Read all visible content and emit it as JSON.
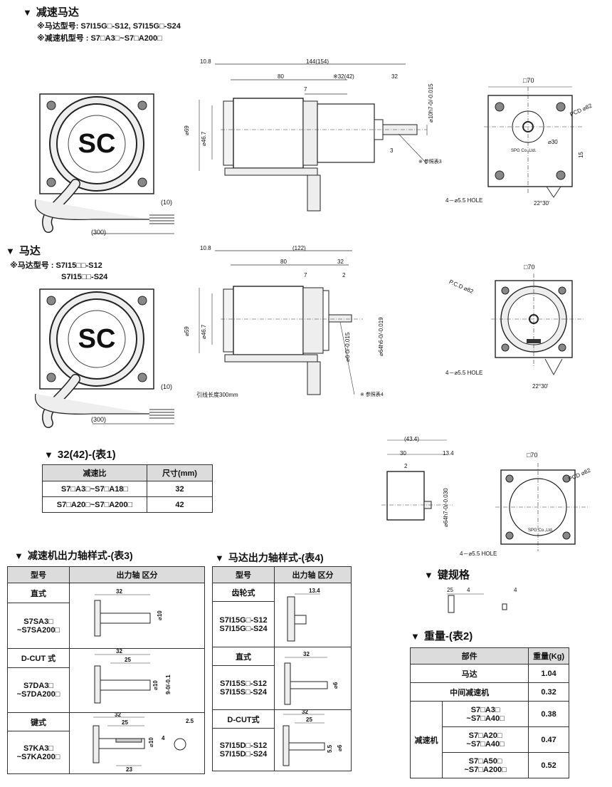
{
  "reducer_motor": {
    "title": "减速马达",
    "motor_model_line": "※马达型号: S7I15G□-S12, S7I15G□-S24",
    "reducer_model_line": "※减速机型号 : S7□A3□~S7□A200□",
    "dims": {
      "d10_8": "10.8",
      "d144": "144(154)",
      "d80": "80",
      "d32_42": "※32(42)",
      "d32": "32",
      "d7": "7",
      "d3": "3",
      "d69": "⌀69",
      "d46_7": "⌀46.7",
      "shaft": "⌀10h7-0/-0.015",
      "ref3": "※ 参照表3",
      "d10": "(10)",
      "d300": "(300)",
      "sq70": "□70",
      "pcd": "PCD ⌀82",
      "d30": "⌀30",
      "d15": "15",
      "holes": "4－⌀5.5 HOLE",
      "angle": "22°30'",
      "maker": "SPG Co.,Ltd."
    }
  },
  "motor": {
    "title": "马达",
    "model_line1": "※马达型号 : S7I15□□-S12",
    "model_line2": "S7I15□□-S24",
    "dims": {
      "d10_8": "10.8",
      "d122": "(122)",
      "d80": "80",
      "d32": "32",
      "d7": "7",
      "d2": "2",
      "d59": "⌀59",
      "d46_7": "⌀46.7",
      "d64": "⌀64h6-0/-0.019",
      "d6": "⌀6-0/-0.015",
      "ref4": "※ 参照表4",
      "lead": "引线长度300mm",
      "d10": "(10)",
      "d300": "(300)",
      "sq70": "□70",
      "pcd": "P.C.D ⌀82",
      "holes": "4－⌀5.5 HOLE",
      "angle": "22°30'"
    }
  },
  "gearhead": {
    "dims": {
      "d43_4": "(43.4)",
      "d30": "30",
      "d13_4": "13.4",
      "d2": "2",
      "d64": "⌀64h7-0/-0.030",
      "sq70": "□70",
      "pcd": "PCD ⌀82",
      "holes": "4－⌀5.5 HOLE",
      "maker": "SPG Co.,Ltd."
    }
  },
  "table1": {
    "title": "32(42)-(表1)",
    "headers": [
      "减速比",
      "尺寸(mm)"
    ],
    "rows": [
      [
        "S7□A3□~S7□A18□",
        "32"
      ],
      [
        "S7□A20□~S7□A200□",
        "42"
      ]
    ]
  },
  "table3": {
    "title": "减速机出力轴样式-(表3)",
    "headers": [
      "型号",
      "出力轴 区分"
    ],
    "groups": [
      {
        "type": "直式",
        "model": "S7SA3□\n~S7SA200□",
        "d1": "32",
        "d2": "⌀10"
      },
      {
        "type": "D-CUT 式",
        "model": "S7DA3□\n~S7DA200□",
        "d1": "32",
        "d2": "25",
        "d3": "⌀10",
        "d4": "9-0/-0.1"
      },
      {
        "type": "键式",
        "model": "S7KA3□\n~S7KA200□",
        "d1": "32",
        "d2": "25",
        "d3": "⌀10",
        "d4": "23",
        "d5": "4",
        "d6": "2.5"
      }
    ]
  },
  "table4": {
    "title": "马达出力轴样式-(表4)",
    "headers": [
      "型号",
      "出力轴 区分"
    ],
    "groups": [
      {
        "type": "齿轮式",
        "model": "S7I15G□-S12\nS7I15G□-S24",
        "d1": "13.4"
      },
      {
        "type": "直式",
        "model": "S7I15S□-S12\nS7I15S□-S24",
        "d1": "32",
        "d2": "⌀6"
      },
      {
        "type": "D-CUT式",
        "model": "S7I15D□-S12\nS7I15D□-S24",
        "d1": "32",
        "d2": "25",
        "d3": "5.5",
        "d4": "⌀6"
      }
    ]
  },
  "key": {
    "title": "键规格",
    "d1": "25",
    "d2": "4",
    "d3": "4"
  },
  "table2": {
    "title": "重量-(表2)",
    "headers": [
      "部件",
      "重量(Kg)"
    ],
    "rows": [
      {
        "part": "马达",
        "weight": "1.04"
      },
      {
        "part": "中间减速机",
        "weight": "0.32"
      }
    ],
    "group_label": "减速机",
    "sub_rows": [
      {
        "range": "S7□A3□\n~S7□A40□",
        "weight": "0.38"
      },
      {
        "range": "S7□A20□\n~S7□A40□",
        "weight": "0.47"
      },
      {
        "range": "S7□A50□\n~S7□A200□",
        "weight": "0.52"
      }
    ]
  }
}
